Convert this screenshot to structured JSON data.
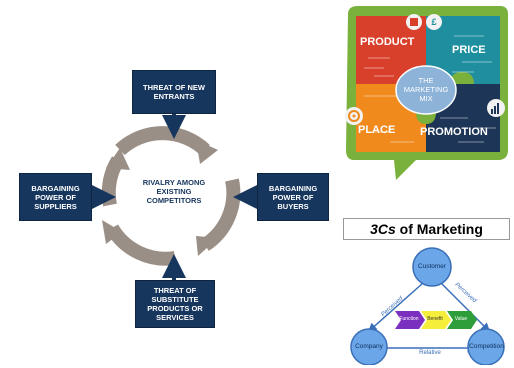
{
  "porter": {
    "center": "RIVALRY AMONG EXISTING COMPETITORS",
    "top": "THREAT OF NEW ENTRANTS",
    "left": "BARGAINING POWER OF SUPPLIERS",
    "right": "BARGAINING POWER OF BUYERS",
    "bottom": "THREAT OF SUBSTITUTE PRODUCTS OR SERVICES",
    "colors": {
      "box": "#17365d",
      "cycle": "#9a8f86",
      "arrow": "#17365d"
    }
  },
  "mix": {
    "center_line1": "THE",
    "center_line2": "MARKETING",
    "center_line3": "MIX",
    "product": "PRODUCT",
    "price": "PRICE",
    "place": "PLACE",
    "promotion": "PROMOTION",
    "colors": {
      "product": "#d9402b",
      "price": "#1f8fa0",
      "place": "#f08a1c",
      "promotion": "#1d3557",
      "frame": "#7ab13c",
      "center": "#8db3d9"
    }
  },
  "three_cs": {
    "title_italic": "3Cs",
    "title_rest": " of Marketing",
    "customer": "Customer",
    "company": "Company",
    "competition": "Competition",
    "perceived_left": "Perceived",
    "perceived_right": "Perceived",
    "relative": "Relative",
    "function": "Function",
    "benefit": "Benefit",
    "value": "Value",
    "colors": {
      "node": "#6aa6e8",
      "node_stroke": "#3a6fb8",
      "function": "#7b2fbe",
      "benefit": "#f5ee3a",
      "value": "#2e9e3b"
    }
  }
}
